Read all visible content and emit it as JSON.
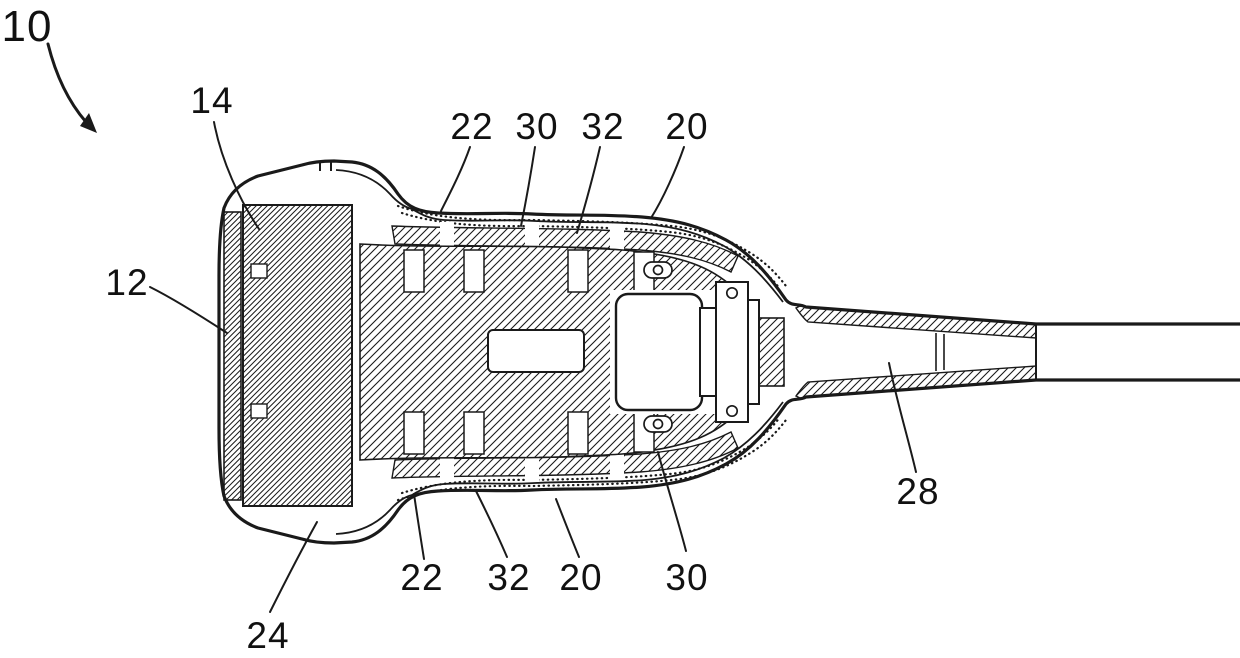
{
  "figure": {
    "kind": "patent line drawing, cross-section of handheld probe with cable"
  },
  "colors": {
    "line": "#1a1a1a",
    "background": "#ffffff"
  },
  "labels": {
    "n10": "10",
    "n14": "14",
    "n22_top": "22",
    "n30_top": "30",
    "n32_top": "32",
    "n20_top": "20",
    "n12": "12",
    "n28": "28",
    "n22_bottom": "22",
    "n32_bottom": "32",
    "n20_bottom": "20",
    "n30_bottom": "30",
    "n24": "24"
  }
}
